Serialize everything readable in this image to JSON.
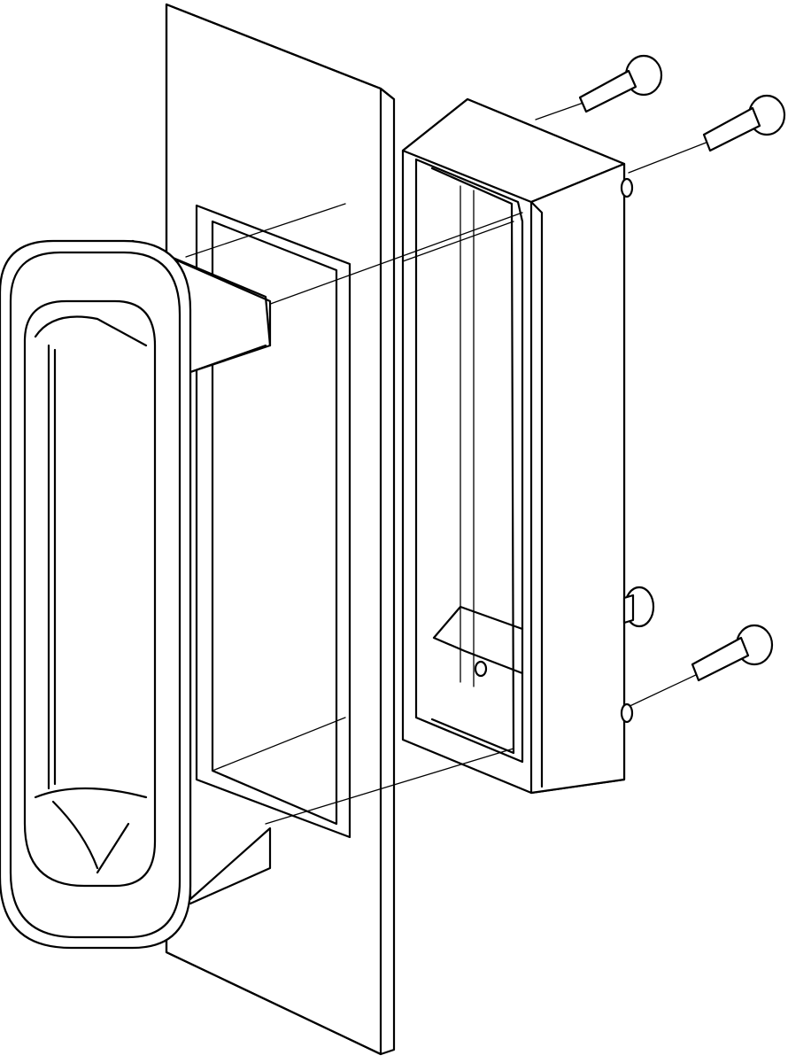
{
  "diagram": {
    "type": "exploded-view line drawing",
    "colors": {
      "line": "#000000",
      "background": "#ffffff"
    },
    "parts": [
      "back-housing",
      "mounting-plate",
      "pull-handle",
      "screw",
      "screw",
      "screw",
      "screw"
    ]
  }
}
